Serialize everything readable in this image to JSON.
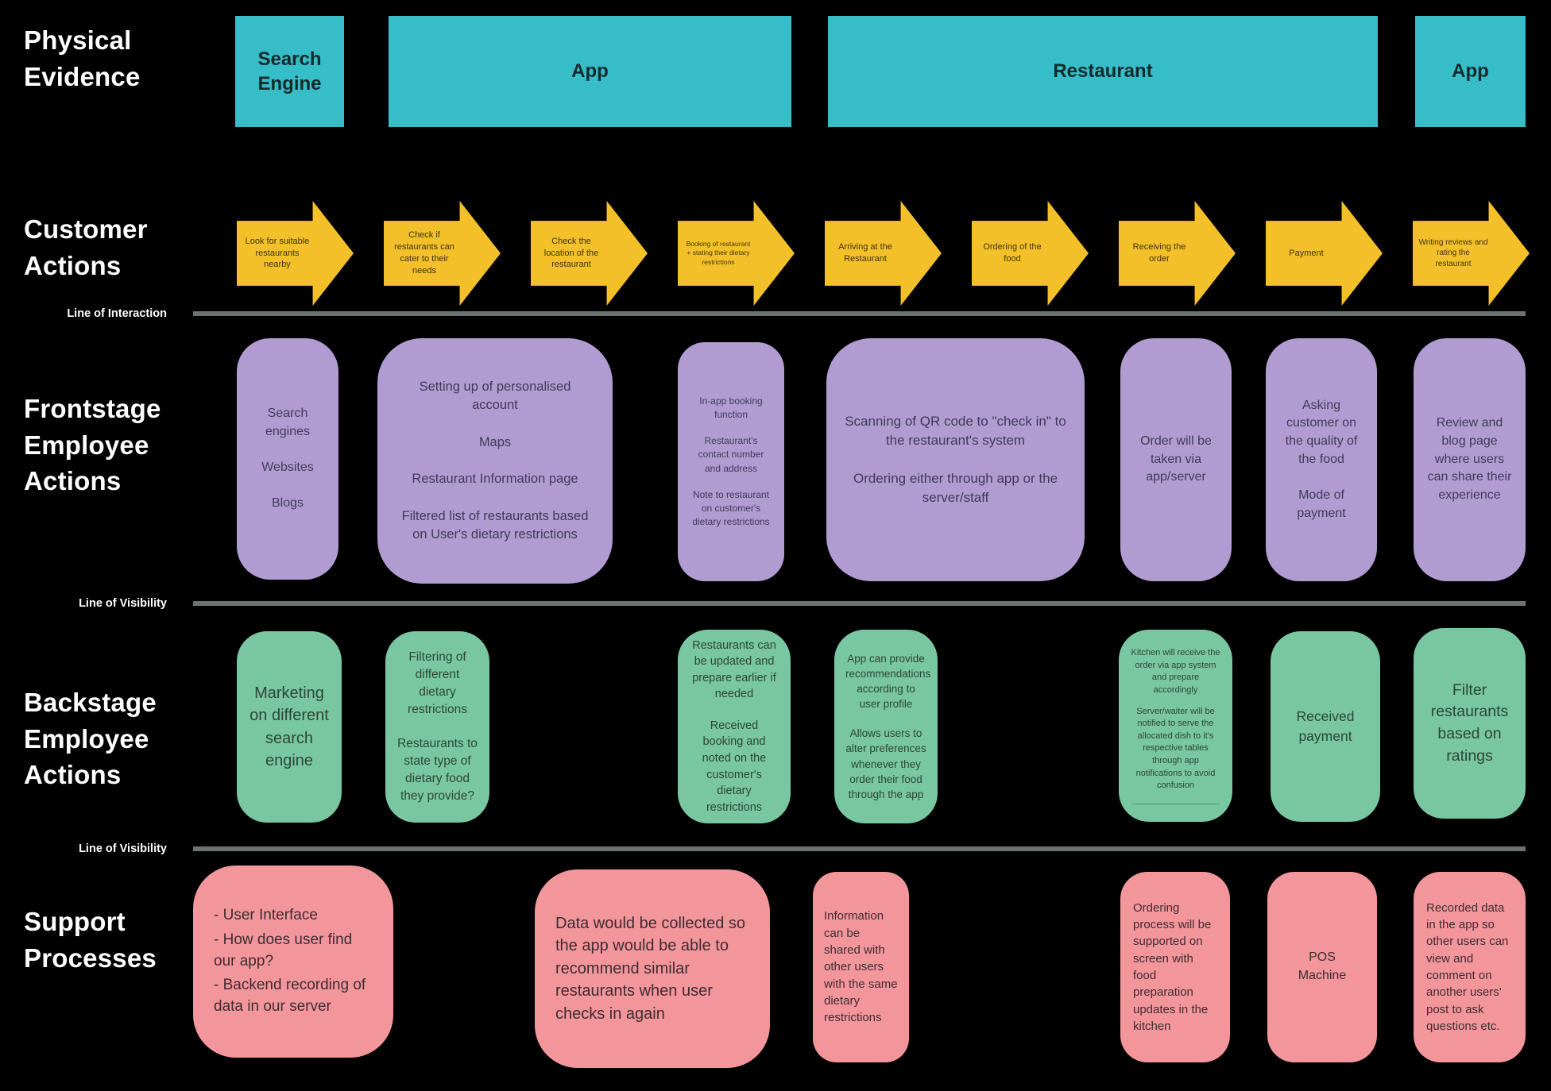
{
  "row_labels": {
    "physical_evidence": "Physical Evidence",
    "customer_actions": "Customer Actions",
    "frontstage": "Frontstage Employee Actions",
    "backstage": "Backstage Employee Actions",
    "support": "Support Processes"
  },
  "separators": {
    "line_of_interaction": "Line of Interaction",
    "line_of_visibility_1": "Line of Visibility",
    "line_of_visibility_2": "Line of Visibility"
  },
  "physical_evidence": [
    {
      "label": "Search Engine"
    },
    {
      "label": "App"
    },
    {
      "label": "Restaurant"
    },
    {
      "label": "App"
    }
  ],
  "customer_actions": [
    {
      "label": "Look for suitable restaurants nearby"
    },
    {
      "label": "Check if restaurants can cater to their needs"
    },
    {
      "label": "Check the location of the restaurant"
    },
    {
      "label": "Booking of restaurant + stating their dietary restrictions"
    },
    {
      "label": "Arriving at the Restaurant"
    },
    {
      "label": "Ordering of the food"
    },
    {
      "label": "Receiving the order"
    },
    {
      "label": "Payment"
    },
    {
      "label": "Writing reviews and rating the restaurant"
    }
  ],
  "frontstage_boxes": [
    {
      "paragraphs": [
        "Search engines",
        "Websites",
        "Blogs"
      ]
    },
    {
      "paragraphs": [
        "Setting up of personalised account",
        "Maps",
        "Restaurant Information page",
        "Filtered list of restaurants based on User's dietary restrictions"
      ]
    },
    {
      "paragraphs": [
        "In-app booking function",
        "Restaurant's contact number and address",
        "Note to restaurant on customer's dietary restrictions"
      ]
    },
    {
      "paragraphs": [
        "Scanning of QR code to \"check in\" to the restaurant's system",
        "Ordering either through app or the server/staff"
      ]
    },
    {
      "paragraphs": [
        "Order will be taken via app/server"
      ]
    },
    {
      "paragraphs": [
        "Asking customer on the quality of the food",
        "Mode of payment"
      ]
    },
    {
      "paragraphs": [
        "Review and blog page where users can share their experience"
      ]
    }
  ],
  "backstage_boxes": [
    {
      "paragraphs": [
        "Marketing on different search engine"
      ]
    },
    {
      "paragraphs": [
        "Filtering of different dietary restrictions",
        "Restaurants to state type of dietary food they provide?"
      ]
    },
    {
      "paragraphs": [
        "Restaurants can be updated and prepare earlier if needed",
        "Received booking and noted on the customer's dietary restrictions"
      ]
    },
    {
      "paragraphs": [
        "App can provide recommendations according to user profile",
        "Allows users to alter preferences whenever they order their food through the app"
      ]
    },
    {
      "paragraphs": [
        "Kitchen will receive the order via app system and prepare accordingly",
        "Server/waiter will be notified to serve the allocated dish to it's respective tables through app notifications to avoid confusion"
      ]
    },
    {
      "paragraphs": [
        "Received payment"
      ]
    },
    {
      "paragraphs": [
        "Filter restaurants based on ratings"
      ]
    }
  ],
  "support_boxes": [
    {
      "paragraphs": [
        "- User Interface",
        "- How does user find our app?",
        "- Backend recording of data in our server"
      ]
    },
    {
      "paragraphs": [
        "Data would be collected so the app would be able to recommend similar restaurants when user checks in again"
      ]
    },
    {
      "paragraphs": [
        "Information can be shared with other users with the same dietary restrictions"
      ]
    },
    {
      "paragraphs": [
        "Ordering process will be supported on screen with food preparation updates in the kitchen"
      ]
    },
    {
      "paragraphs": [
        "POS Machine"
      ]
    },
    {
      "paragraphs": [
        "Recorded data in the app so other users can view and comment on another users' post to ask questions etc."
      ]
    }
  ],
  "colors": {
    "background": "#000000",
    "physical_evidence": "#37bdc7",
    "customer_action": "#f4c029",
    "frontstage": "#b19cd2",
    "backstage": "#79c6a2",
    "support": "#f2969c",
    "separator_line": "#6d7370"
  }
}
